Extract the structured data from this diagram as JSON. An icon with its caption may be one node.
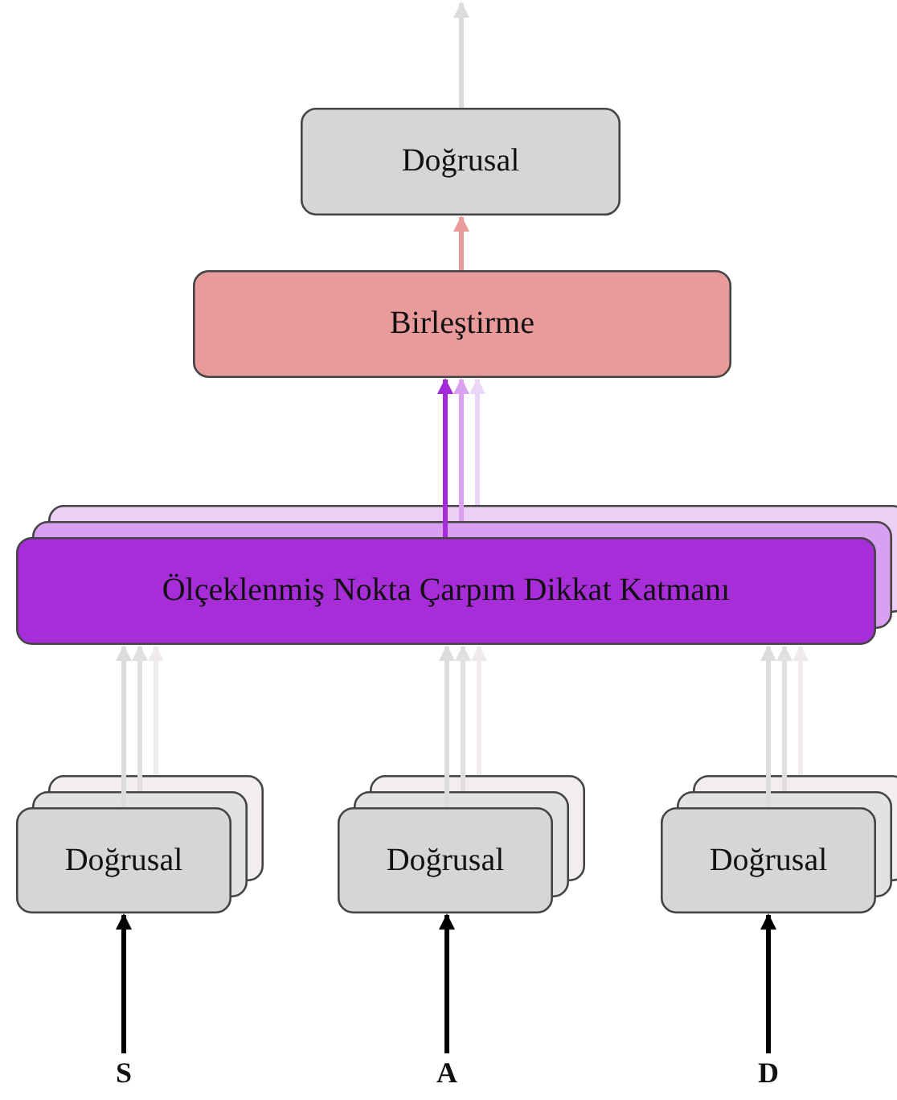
{
  "diagram": {
    "nodes": [
      {
        "text": [
          "Doğrusal"
        ]
      },
      {
        "text": [
          "Birleştirme"
        ]
      },
      {
        "text": [
          "Ölçeklenmiş Nokta Çarpım Dikkat Katmanı"
        ]
      },
      {
        "text": [
          "Doğrusal"
        ]
      },
      {
        "text": [
          "Doğrusal"
        ]
      },
      {
        "text": [
          "Doğrusal"
        ]
      },
      {
        "text": [
          "S"
        ]
      },
      {
        "text": [
          "A"
        ]
      },
      {
        "text": [
          "D"
        ]
      }
    ],
    "edges": [
      {
        "from": 0,
        "to": null,
        "arrow": "to"
      },
      {
        "from": 1,
        "to": 0,
        "arrow": "to",
        "color": "#e99a9a"
      },
      {
        "from": 2,
        "to": 1,
        "arrow": "to",
        "color": "#a62bd8"
      },
      {
        "from": 2,
        "to": 1,
        "arrow": "to",
        "color": "#d9a1ef"
      },
      {
        "from": 2,
        "to": 1,
        "arrow": "to",
        "color": "#ecd5f6"
      },
      {
        "from": 3,
        "to": 2,
        "arrow": "to"
      },
      {
        "from": 3,
        "to": 2,
        "arrow": "to",
        "color": "#e2dfdf"
      },
      {
        "from": 3,
        "to": 2,
        "arrow": "to",
        "color": "#efebeb"
      },
      {
        "from": 4,
        "to": 2,
        "arrow": "to"
      },
      {
        "from": 4,
        "to": 2,
        "arrow": "to",
        "color": "#e2dfdf"
      },
      {
        "from": 4,
        "to": 2,
        "arrow": "to",
        "color": "#efebeb"
      },
      {
        "from": 5,
        "to": 2,
        "arrow": "to"
      },
      {
        "from": 5,
        "to": 2,
        "arrow": "to",
        "color": "#e2dfdf"
      },
      {
        "from": 5,
        "to": 2,
        "arrow": "to",
        "color": "#efebeb"
      },
      {
        "from": 6,
        "to": 3,
        "arrow": "to",
        "color": "#000000"
      },
      {
        "from": 7,
        "to": 4,
        "arrow": "to",
        "color": "#000000"
      },
      {
        "from": 8,
        "to": 5,
        "arrow": "to",
        "color": "#000000"
      }
    ]
  }
}
